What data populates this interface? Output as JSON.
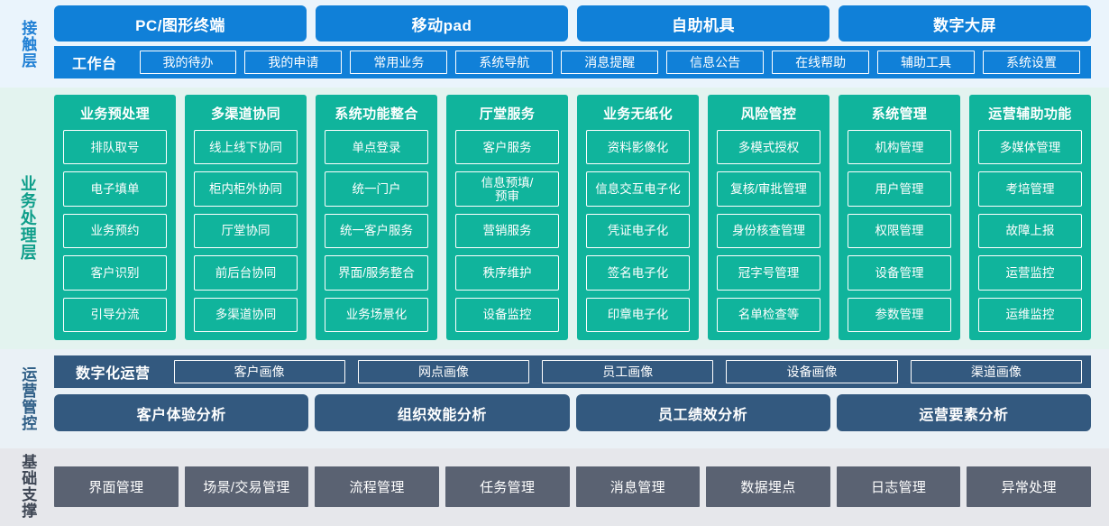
{
  "colors": {
    "contact_accent": "#1080d8",
    "contact_bg": "#eaf4fc",
    "business_accent": "#10b49c",
    "business_bg": "#e3f3ef",
    "operations_accent": "#33597f",
    "operations_bg": "#eaf1f6",
    "foundation_accent": "#5a6272",
    "foundation_bg": "#e6e7eb"
  },
  "contact_layer": {
    "label": "接触层",
    "channels": [
      {
        "label": "PC/图形终端"
      },
      {
        "label": "移动pad"
      },
      {
        "label": "自助机具"
      },
      {
        "label": "数字大屏"
      }
    ],
    "workbench_title": "工作台",
    "workbench_items": [
      {
        "label": "我的待办"
      },
      {
        "label": "我的申请"
      },
      {
        "label": "常用业务"
      },
      {
        "label": "系统导航"
      },
      {
        "label": "消息提醒"
      },
      {
        "label": "信息公告"
      },
      {
        "label": "在线帮助"
      },
      {
        "label": "辅助工具"
      },
      {
        "label": "系统设置"
      }
    ]
  },
  "business_layer": {
    "label": "业务处理层",
    "columns": [
      {
        "title": "业务预处理",
        "items": [
          {
            "label": "排队取号"
          },
          {
            "label": "电子填单"
          },
          {
            "label": "业务预约"
          },
          {
            "label": "客户识别"
          },
          {
            "label": "引导分流"
          }
        ]
      },
      {
        "title": "多渠道协同",
        "items": [
          {
            "label": "线上线下协同"
          },
          {
            "label": "柜内柜外协同"
          },
          {
            "label": "厅堂协同"
          },
          {
            "label": "前后台协同"
          },
          {
            "label": "多渠道协同"
          }
        ]
      },
      {
        "title": "系统功能整合",
        "items": [
          {
            "label": "单点登录"
          },
          {
            "label": "统一门户"
          },
          {
            "label": "统一客户服务"
          },
          {
            "label": "界面/服务整合"
          },
          {
            "label": "业务场景化"
          }
        ]
      },
      {
        "title": "厅堂服务",
        "items": [
          {
            "label": "客户服务"
          },
          {
            "label": "信息预填/\n预审"
          },
          {
            "label": "营销服务"
          },
          {
            "label": "秩序维护"
          },
          {
            "label": "设备监控"
          }
        ]
      },
      {
        "title": "业务无纸化",
        "items": [
          {
            "label": "资料影像化"
          },
          {
            "label": "信息交互电子化"
          },
          {
            "label": "凭证电子化"
          },
          {
            "label": "签名电子化"
          },
          {
            "label": "印章电子化"
          }
        ]
      },
      {
        "title": "风险管控",
        "items": [
          {
            "label": "多模式授权"
          },
          {
            "label": "复核/审批管理"
          },
          {
            "label": "身份核查管理"
          },
          {
            "label": "冠字号管理"
          },
          {
            "label": "名单检查等"
          }
        ]
      },
      {
        "title": "系统管理",
        "items": [
          {
            "label": "机构管理"
          },
          {
            "label": "用户管理"
          },
          {
            "label": "权限管理"
          },
          {
            "label": "设备管理"
          },
          {
            "label": "参数管理"
          }
        ]
      },
      {
        "title": "运营辅助功能",
        "items": [
          {
            "label": "多媒体管理"
          },
          {
            "label": "考培管理"
          },
          {
            "label": "故障上报"
          },
          {
            "label": "运营监控"
          },
          {
            "label": "运维监控"
          }
        ]
      }
    ]
  },
  "operations_layer": {
    "label": "运营管控",
    "digital_title": "数字化运营",
    "portraits": [
      {
        "label": "客户画像"
      },
      {
        "label": "网点画像"
      },
      {
        "label": "员工画像"
      },
      {
        "label": "设备画像"
      },
      {
        "label": "渠道画像"
      }
    ],
    "analyses": [
      {
        "label": "客户体验分析"
      },
      {
        "label": "组织效能分析"
      },
      {
        "label": "员工绩效分析"
      },
      {
        "label": "运营要素分析"
      }
    ]
  },
  "foundation_layer": {
    "label": "基础支撑",
    "items": [
      {
        "label": "界面管理"
      },
      {
        "label": "场景/交易管理"
      },
      {
        "label": "流程管理"
      },
      {
        "label": "任务管理"
      },
      {
        "label": "消息管理"
      },
      {
        "label": "数据埋点"
      },
      {
        "label": "日志管理"
      },
      {
        "label": "异常处理"
      }
    ]
  }
}
